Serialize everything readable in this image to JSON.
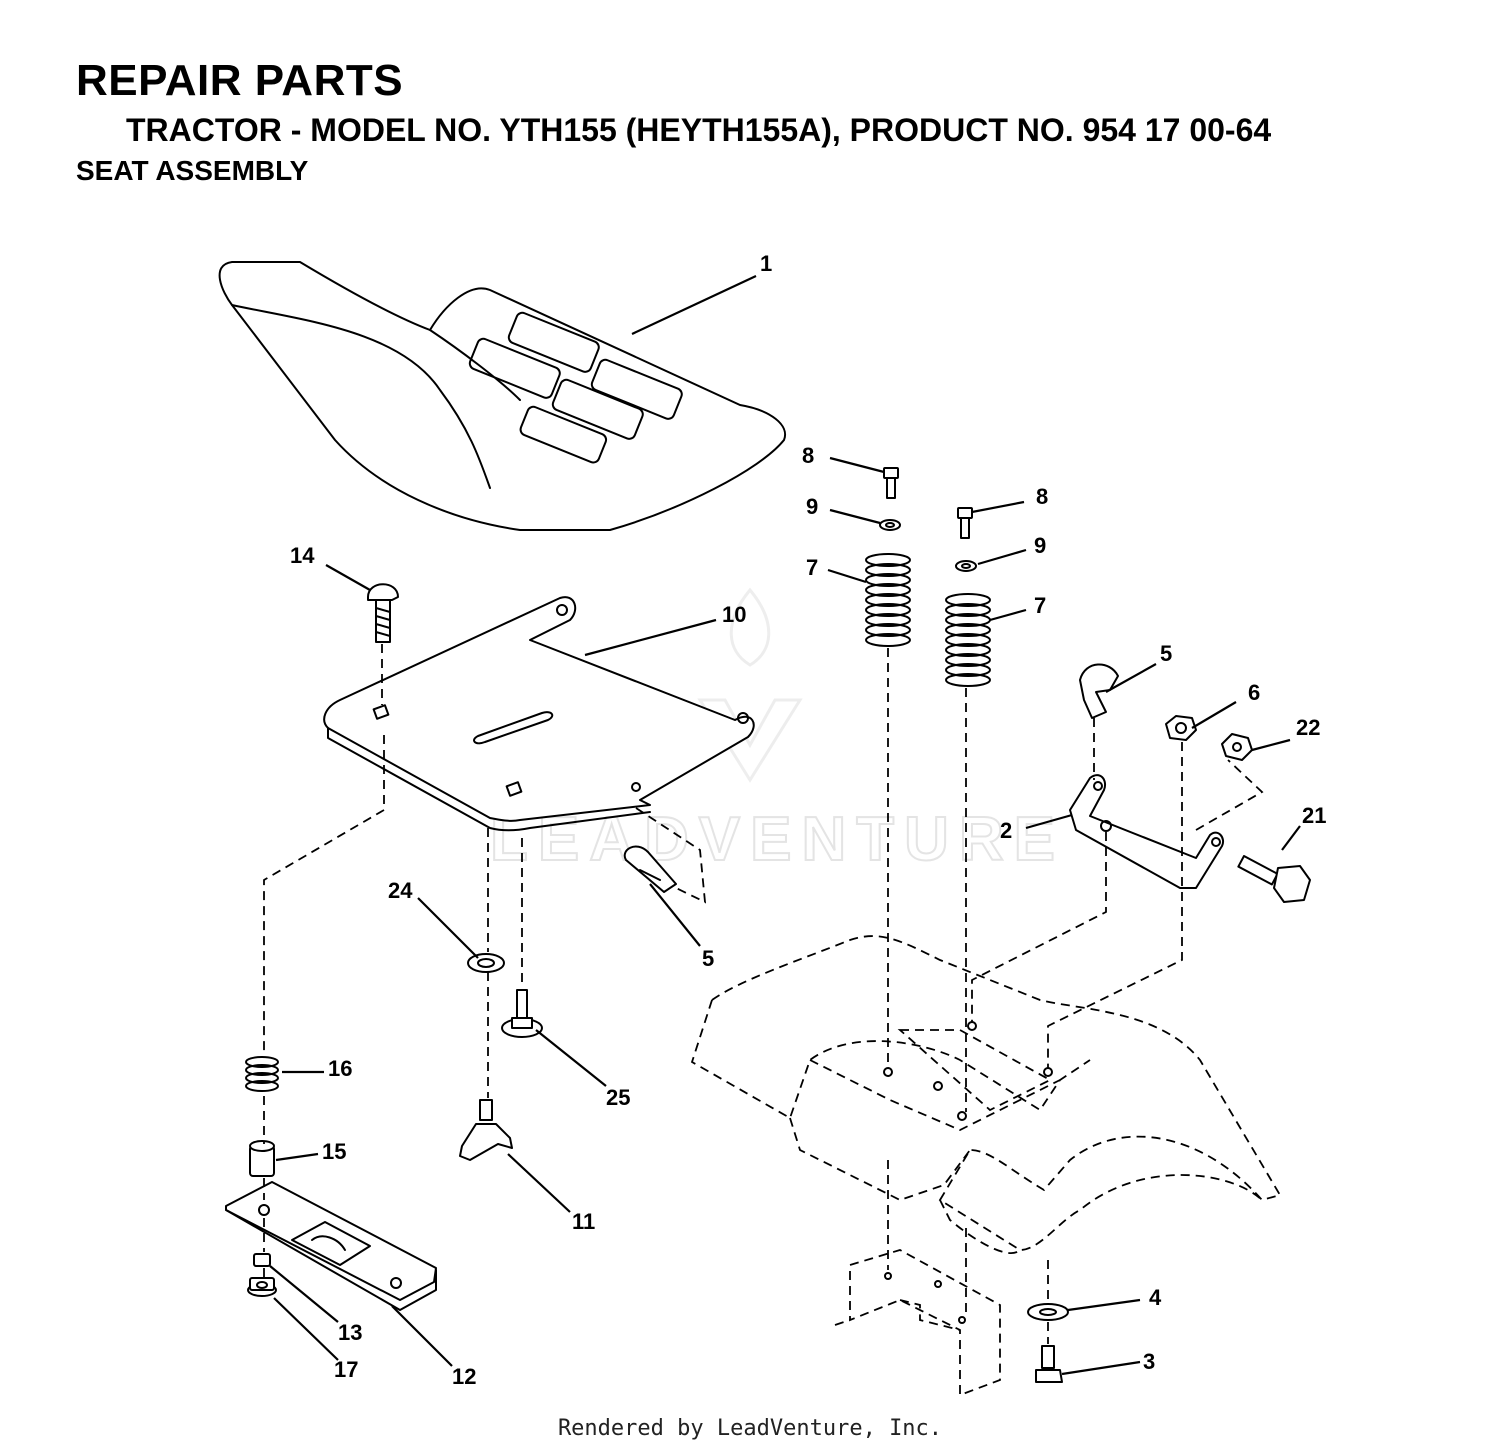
{
  "header": {
    "title": "REPAIR PARTS",
    "subtitle": "TRACTOR - MODEL NO. YTH155 (HEYTH155A), PRODUCT NO. 954 17 00-64",
    "section": "SEAT ASSEMBLY"
  },
  "callouts": {
    "p1": "1",
    "p2": "2",
    "p3": "3",
    "p4": "4",
    "p5a": "5",
    "p5b": "5",
    "p6": "6",
    "p7a": "7",
    "p7b": "7",
    "p8a": "8",
    "p8b": "8",
    "p9a": "9",
    "p9b": "9",
    "p10": "10",
    "p11": "11",
    "p12": "12",
    "p13": "13",
    "p14": "14",
    "p15": "15",
    "p16": "16",
    "p17": "17",
    "p21": "21",
    "p22": "22",
    "p24": "24",
    "p25": "25"
  },
  "watermark": {
    "text": "LEADVENTURE"
  },
  "footer": {
    "text": "Rendered by LeadVenture, Inc."
  }
}
